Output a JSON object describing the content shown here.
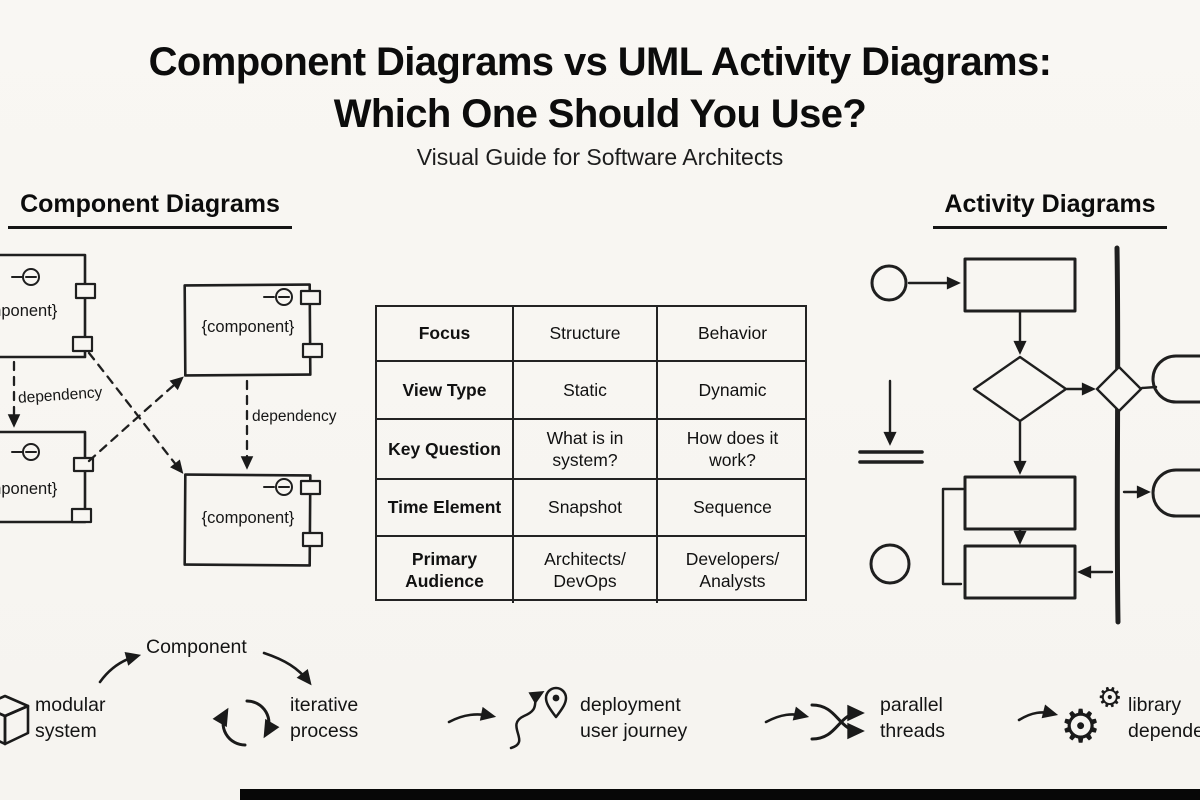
{
  "palette": {
    "background": "#f8f6f2",
    "ink": "#1a1a1a",
    "bottom_bar": "#070707"
  },
  "header": {
    "title_line1": "Component Diagrams vs UML Activity Diagrams:",
    "title_line2": "Which One Should You Use?",
    "subtitle": "Visual Guide for Software Architects"
  },
  "left_panel": {
    "heading": "Component Diagrams",
    "boxes": [
      {
        "label": "{component}"
      },
      {
        "label": "{component}"
      },
      {
        "label": "{component}"
      },
      {
        "label": "{component}"
      }
    ],
    "dependency_label_1": "dependency",
    "dependency_label_2": "dependency"
  },
  "right_panel": {
    "heading": "Activity Diagrams"
  },
  "comparison_table": {
    "rows": [
      {
        "label": "Focus",
        "component_value": "Structure",
        "activity_value": "Behavior"
      },
      {
        "label": "View Type",
        "component_value": "Static",
        "activity_value": "Dynamic"
      },
      {
        "label": "Key Question",
        "component_value": "What is in system?",
        "activity_value": "How does it work?"
      },
      {
        "label": "Time Element",
        "component_value": "Snapshot",
        "activity_value": "Sequence"
      },
      {
        "label": "Primary Audience",
        "component_value": "Architects/ DevOps",
        "activity_value": "Developers/ Analysts"
      }
    ]
  },
  "bottom_strip": {
    "component_callout": "Component",
    "items": [
      {
        "icon": "cube-icon",
        "line1": "modular",
        "line2": "system"
      },
      {
        "icon": "cycle-arrows-icon",
        "line1": "iterative",
        "line2": "process"
      },
      {
        "icon": "journey-pin-icon",
        "line1": "deployment",
        "line2": "user journey"
      },
      {
        "icon": "parallel-arrows-icon",
        "line1": "parallel",
        "line2": "threads"
      },
      {
        "icon": "gears-icon",
        "line1": "library",
        "line2": "dependencies"
      }
    ],
    "gear_glyph": "⚙"
  }
}
